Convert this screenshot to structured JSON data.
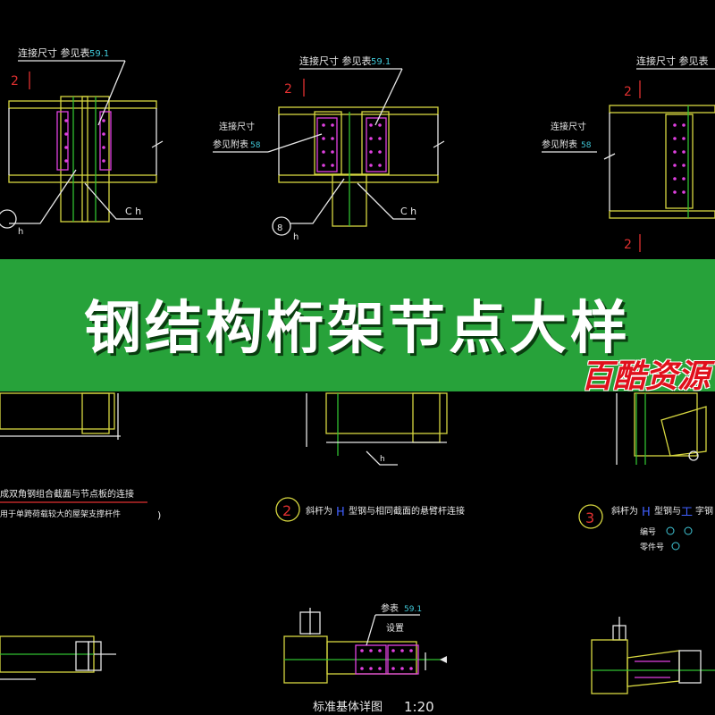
{
  "banner": {
    "title": "钢结构桁架节点大样",
    "watermark": "百酷资源",
    "background": "#27a23a"
  },
  "drawings": {
    "top": [
      {
        "note_conn": "连接尺寸   参见表",
        "ref_conn": "59.1",
        "mark": "2",
        "note_side": "",
        "ref_side": "",
        "label_c": "C h",
        "label_h": "h",
        "bubble": ""
      },
      {
        "note_conn": "连接尺寸   参见表",
        "ref_conn": "59.1",
        "mark": "2",
        "note_side": "连接尺寸",
        "note_side2": "参见附表",
        "ref_side": "58",
        "label_c": "C h",
        "label_h": "h",
        "bubble": "8"
      },
      {
        "note_conn": "连接尺寸   参见表",
        "ref_conn": "",
        "mark": "2",
        "note_side": "连接尺寸",
        "note_side2": "参见附表",
        "ref_side": "58",
        "label_c": "",
        "label_h": "",
        "bubble": ""
      }
    ],
    "captions": [
      {
        "line1": "成双角钢组合截面与节点板的连接",
        "line2": "用于单跨荷载较大的屋架支撑杆件"
      },
      {
        "num": "2",
        "text": "斜杆为",
        "h_mark": "H",
        "text2": "型钢与相同截面的悬臂杆连接"
      },
      {
        "num": "3",
        "text": "斜杆为",
        "h_mark": "H",
        "text2": "型钢与",
        "i_mark": "工",
        "text3": "字钢",
        "line2a": "编号",
        "line2b": "零件号"
      }
    ],
    "mid": {
      "label_h": "h"
    },
    "bottom": {
      "ref_label": "参表",
      "ref_val": "59.1",
      "note": "设置",
      "caption": "标准基体详图",
      "scale": "1:20"
    }
  },
  "colors": {
    "yellow": "#d8d840",
    "red": "#e03030",
    "magenta": "#e040e0",
    "white": "#e8e8e8",
    "cyan": "#40c8d8",
    "green": "#30c030",
    "blue": "#4060ff"
  }
}
